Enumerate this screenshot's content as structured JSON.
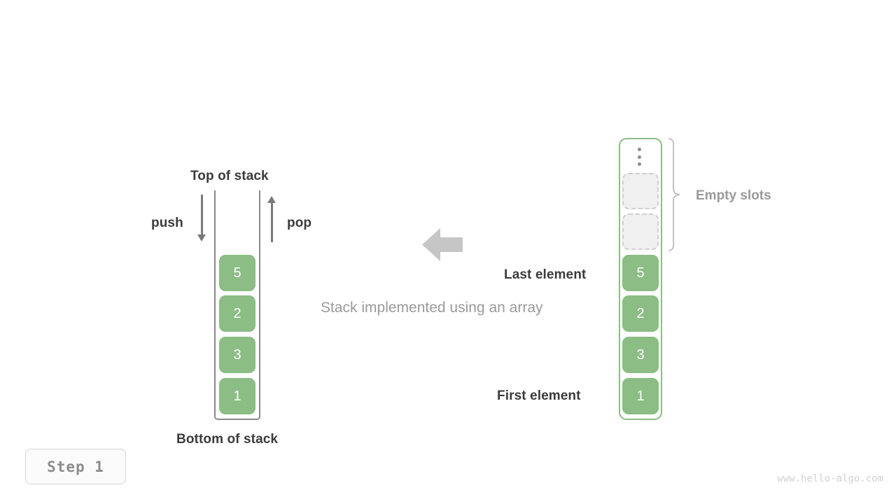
{
  "diagram": {
    "caption": "Stack implemented using an array",
    "watermark": "www.hello-algo.com",
    "step_badge": "Step  1",
    "colors": {
      "element_fill": "#8bbd84",
      "element_text": "#ffffff",
      "empty_slot_fill": "#f0f0f0",
      "empty_slot_border": "#cfcfcf",
      "array_border": "#8bbd84",
      "stack_border": "#8a8a8a",
      "label_dark": "#3b3b3b",
      "label_gray": "#9a9a9a",
      "block_arrow": "#c6c6c6"
    }
  },
  "stack": {
    "top_label": "Top of stack",
    "bottom_label": "Bottom of stack",
    "push_label": "push",
    "pop_label": "pop",
    "elements": [
      {
        "value": "5"
      },
      {
        "value": "2"
      },
      {
        "value": "3"
      },
      {
        "value": "1"
      }
    ]
  },
  "array": {
    "empty_slots_label": "Empty slots",
    "last_element_label": "Last element",
    "first_element_label": "First element",
    "ellipsis_icon": "vertical-ellipsis-icon",
    "empty_slot_count": 2,
    "elements": [
      {
        "value": "5"
      },
      {
        "value": "2"
      },
      {
        "value": "3"
      },
      {
        "value": "1"
      }
    ]
  }
}
